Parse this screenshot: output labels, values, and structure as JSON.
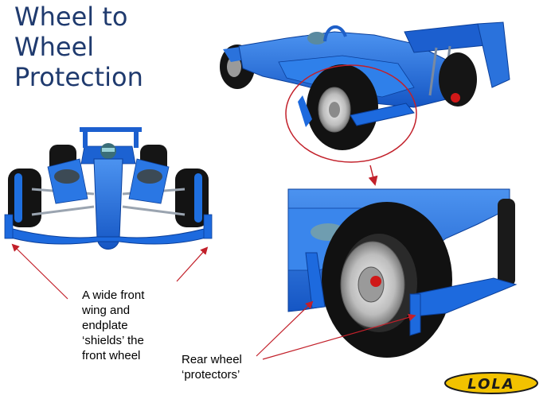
{
  "slide": {
    "title_lines": [
      "Wheel to",
      "Wheel",
      "Protection"
    ]
  },
  "captions": {
    "front_wing_lines": [
      "A wide front",
      "wing and",
      "endplate",
      "‘shields’ the",
      "front wheel"
    ],
    "rear_wheel_lines": [
      "Rear wheel",
      "‘protectors’"
    ]
  },
  "logo": {
    "text": "LOLA"
  },
  "colors": {
    "title": "#1f3a6e",
    "car_blue": "#1e6fe0",
    "car_blue_dark": "#0b3f9a",
    "tyre": "#111111",
    "annotation_red": "#c2202a",
    "logo_yellow": "#f2c200"
  }
}
